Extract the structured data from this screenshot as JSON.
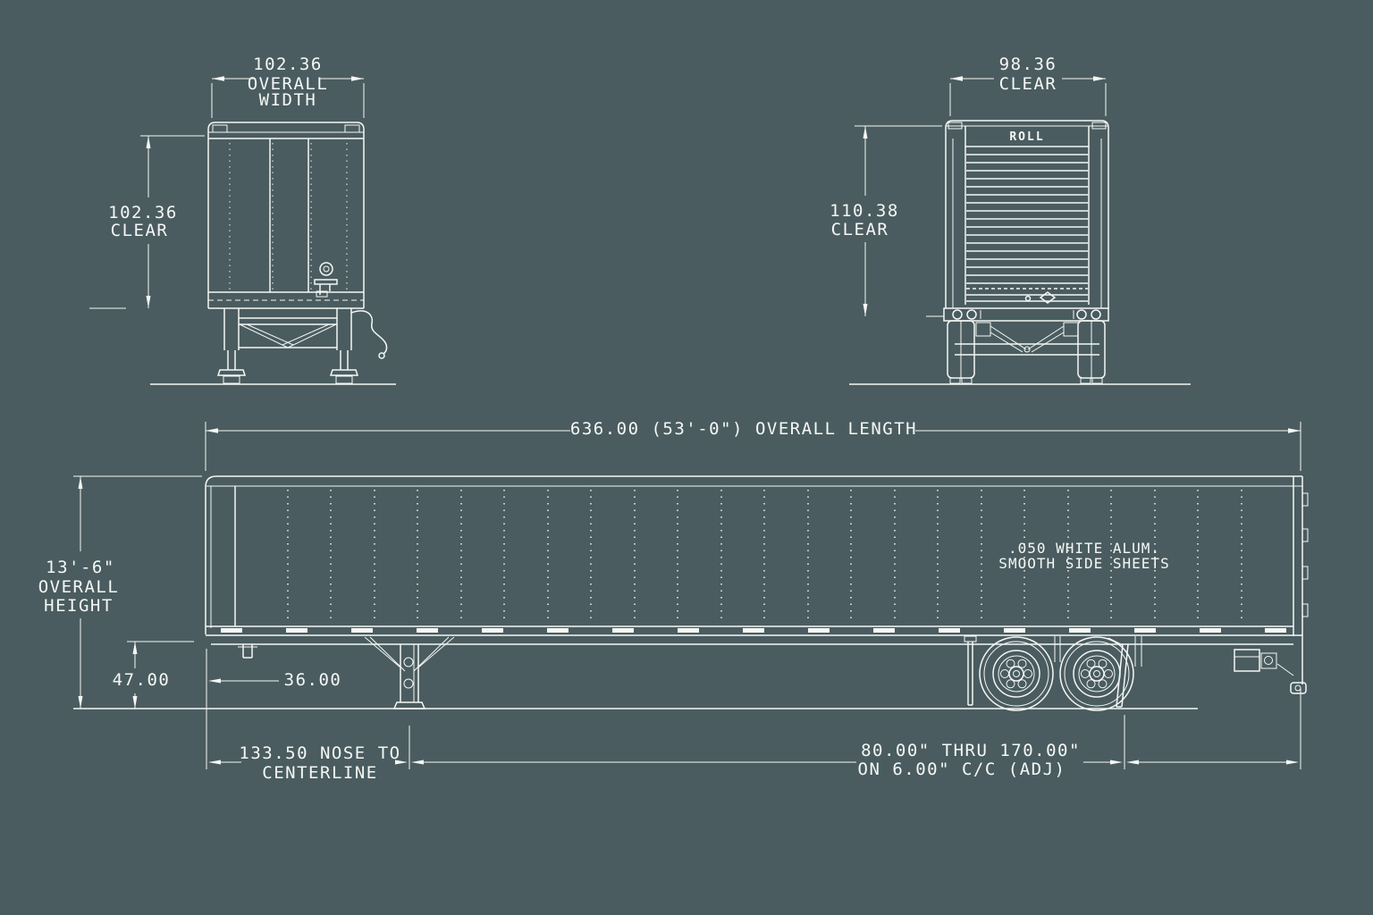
{
  "drawing": {
    "background_color": "#4a5c5f",
    "line_color": "#f5f7f6",
    "front_view": {
      "overall_width_dim": {
        "value": "102.36",
        "label_line1": "OVERALL",
        "label_line2": "WIDTH"
      },
      "clear_width_dim": {
        "value": "102.36",
        "label": "CLEAR"
      }
    },
    "rear_view": {
      "door_label": "ROLL",
      "clear_width_dim": {
        "value": "98.36",
        "label": "CLEAR"
      },
      "clear_height_dim": {
        "value": "110.38",
        "label": "CLEAR"
      }
    },
    "side_view": {
      "overall_length_dim": "636.00 (53'-0\") OVERALL LENGTH",
      "overall_height_dim": {
        "line1": "13'-6\"",
        "line2": "OVERALL",
        "line3": "HEIGHT"
      },
      "floor_height_dim": "47.00",
      "kingpin_dim": "36.00",
      "nose_to_centerline_dim": {
        "line1": "133.50 NOSE TO",
        "line2": "CENTERLINE"
      },
      "tandem_slider_dim": {
        "line1": "80.00\" THRU 170.00\"",
        "line2": "ON 6.00\" C/C (ADJ)"
      },
      "side_sheet_note": {
        "line1": ".050 WHITE ALUM.",
        "line2": "SMOOTH SIDE SHEETS"
      }
    }
  }
}
